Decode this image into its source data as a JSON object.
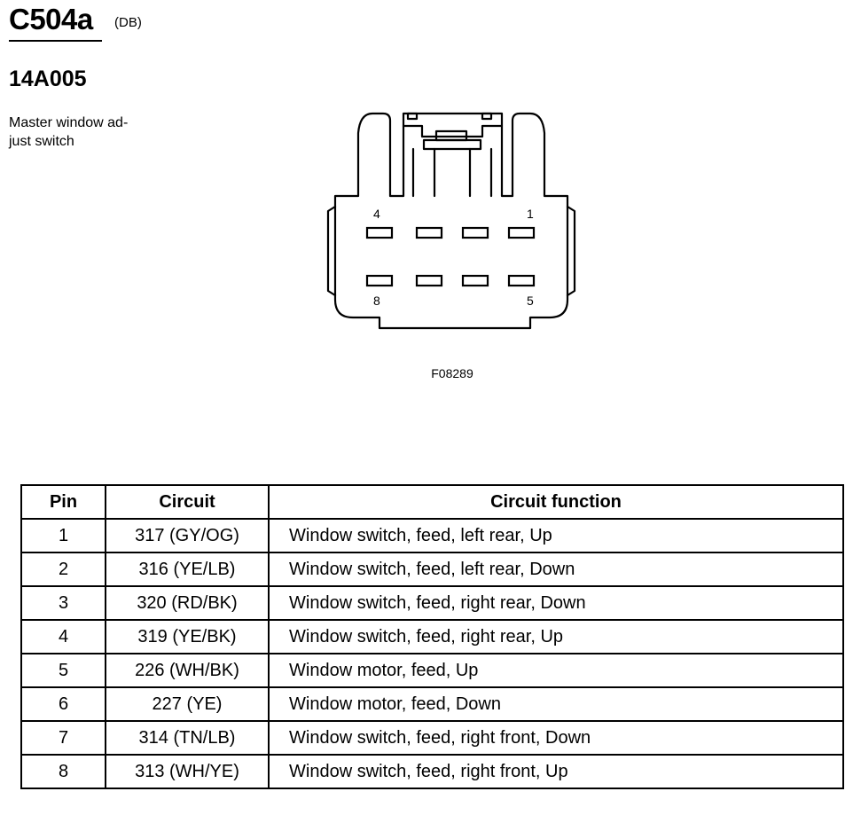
{
  "connector": {
    "id": "C504a",
    "variant": "(DB)",
    "part_number": "14A005",
    "description": "Master window ad-\njust switch",
    "figure_id": "F08289",
    "pin_labels": {
      "top_left": "4",
      "top_right": "1",
      "bottom_left": "8",
      "bottom_right": "5"
    }
  },
  "table": {
    "headers": {
      "pin": "Pin",
      "circuit": "Circuit",
      "function": "Circuit function"
    },
    "rows": [
      {
        "pin": "1",
        "circuit": "317 (GY/OG)",
        "function": "Window switch, feed, left rear, Up"
      },
      {
        "pin": "2",
        "circuit": "316 (YE/LB)",
        "function": "Window switch, feed, left rear, Down"
      },
      {
        "pin": "3",
        "circuit": "320 (RD/BK)",
        "function": "Window switch, feed, right rear, Down"
      },
      {
        "pin": "4",
        "circuit": "319 (YE/BK)",
        "function": "Window switch, feed, right rear, Up"
      },
      {
        "pin": "5",
        "circuit": "226 (WH/BK)",
        "function": "Window motor, feed, Up"
      },
      {
        "pin": "6",
        "circuit": "227 (YE)",
        "function": "Window motor, feed, Down"
      },
      {
        "pin": "7",
        "circuit": "314 (TN/LB)",
        "function": "Window switch, feed, right front, Down"
      },
      {
        "pin": "8",
        "circuit": "313 (WH/YE)",
        "function": "Window switch, feed, right front, Up"
      }
    ]
  }
}
